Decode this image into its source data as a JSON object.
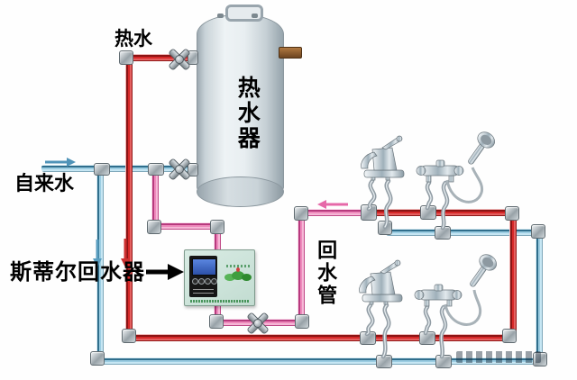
{
  "labels": {
    "hot_water": "热水",
    "water_heater": "热水器",
    "tap_water": "自来水",
    "return_device": "斯蒂尔回水器",
    "return_pipe": "回水管"
  },
  "icons": {
    "valves": "cross-valve-icon",
    "flow_arrows": [
      "right-on-cold-inlet",
      "down-on-cold-riser",
      "down-on-hot-riser",
      "left-on-return-line"
    ],
    "label_pointer": "black-arrow-icon"
  },
  "colors": {
    "hot_pipe": "#d62828",
    "cold_pipe": "#9ccde2",
    "return_pipe": "#ee8abc",
    "label_text": "#000000"
  }
}
